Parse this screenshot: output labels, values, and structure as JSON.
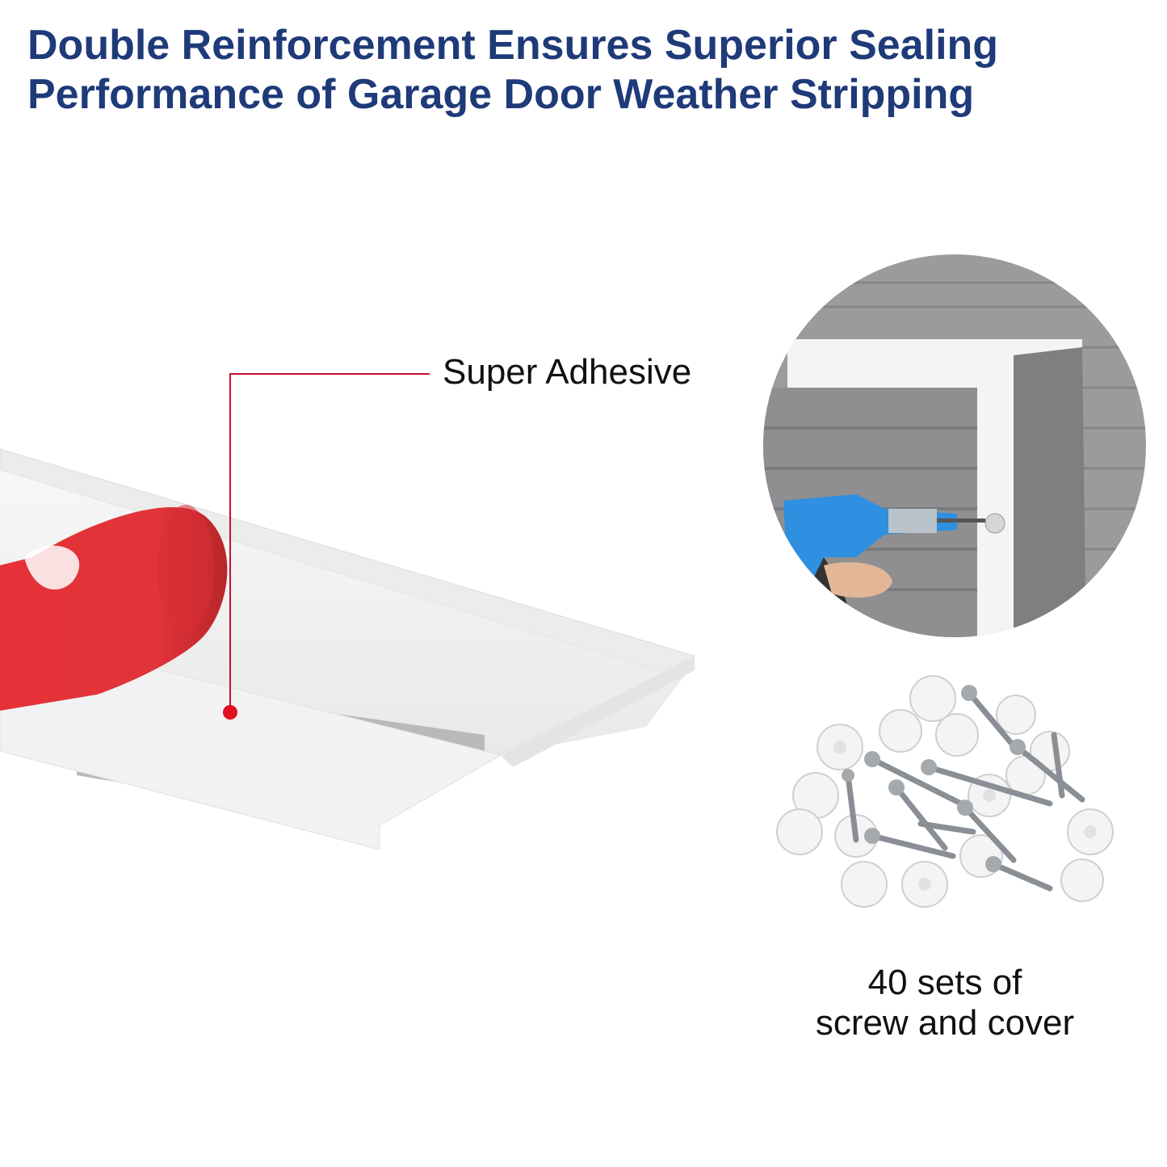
{
  "headline": {
    "line1": "Double Reinforcement Ensures Superior Sealing",
    "line2": "Performance of Garage Door Weather Stripping"
  },
  "callout": {
    "label": "Super Adhesive"
  },
  "caption": {
    "line1": "40 sets of",
    "line2": "screw and cover"
  },
  "colors": {
    "headline": "#1f3a78",
    "callout_line": "#c8102e",
    "adhesive_tape": "#e53238",
    "adhesive_strip": "#b9b9b9",
    "drill": "#2f8fe0"
  },
  "icons": [
    "weather-strip-image",
    "drill-install-image",
    "screws-and-covers-image"
  ]
}
